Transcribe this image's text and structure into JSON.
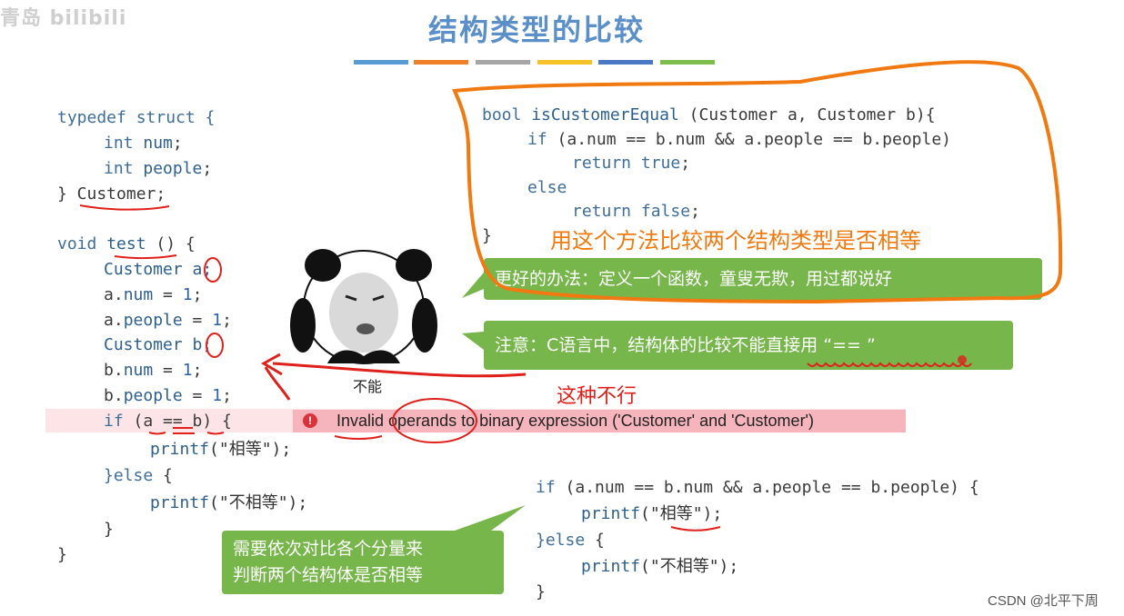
{
  "watermark": "青岛 bilibili",
  "title": "结构类型的比较",
  "colors": {
    "bars": [
      "#5a9bd4",
      "#f07f2a",
      "#a6a6a6",
      "#f5c22a",
      "#4a78c2",
      "#7cbd4b"
    ],
    "orange": "#f07a11",
    "red": "#e0201b",
    "green": "#77b64a"
  },
  "left_code": {
    "l1": "typedef struct {",
    "l2_kw": "int",
    "l2_id": "num",
    "l2_end": ";",
    "l3_kw": "int",
    "l3_id": "people",
    "l3_end": ";",
    "l4": "} Customer;",
    "l5_kw": "void",
    "l5_id": "test",
    "l5_end": " () {",
    "l6": "Customer a;",
    "l7_a": "a.",
    "l7_id": "num",
    "l7_eq": " = ",
    "l7_num": "1",
    "l7_end": ";",
    "l8_a": "a.",
    "l8_id": "people",
    "l8_eq": " = ",
    "l8_num": "1",
    "l8_end": ";",
    "l9": "Customer b;",
    "l10_a": "b.",
    "l10_id": "num",
    "l10_eq": " = ",
    "l10_num": "1",
    "l10_end": ";",
    "l11_a": "b.",
    "l11_id": "people",
    "l11_eq": " = ",
    "l11_num": "1",
    "l11_end": ";",
    "l12_kw": "if",
    "l12_rest": " (a == b) {",
    "l13_fn": "printf",
    "l13_str": "(\"相等\");",
    "l14_kw": "}else",
    "l14_rest": " {",
    "l15_fn": "printf",
    "l15_str": "(\"不相等\");",
    "l16": "}",
    "l17": "}"
  },
  "error": {
    "icon": "!",
    "message": "Invalid operands to binary expression ('Customer' and 'Customer')"
  },
  "function_code": {
    "l1_kw": "bool",
    "l1_fn": "isCustomerEqual",
    "l1_rest": " (Customer a, Customer b){",
    "l2_kw": "if",
    "l2_rest": " (a.num == b.num && a.people == b.people)",
    "l3_kw": "return",
    "l3_val": "true",
    "l3_end": ";",
    "l4_kw": "else",
    "l5_kw": "return",
    "l5_val": "false",
    "l5_end": ";",
    "l6": "}"
  },
  "orange_caption": "用这个方法比较两个结构类型是否相等",
  "note_better": "更好的办法：定义一个函数，童叟无欺，用过都说好",
  "note_warning": "注意：C语言中，结构体的比较不能直接用 “== ”",
  "meme_caption": "不能",
  "red_caption": "这种不行",
  "bottom_code": {
    "l1_kw": "if",
    "l1_rest": " (a.num == b.num && a.people == b.people) {",
    "l2_fn": "printf",
    "l2_str": "(\"相等\");",
    "l3_kw": "}else",
    "l3_rest": " {",
    "l4_fn": "printf",
    "l4_str": "(\"不相等\");",
    "l5": "}"
  },
  "note_compare": {
    "line1": "需要依次对比各个分量来",
    "line2": "判断两个结构体是否相等"
  },
  "credit": "CSDN @北平下周"
}
